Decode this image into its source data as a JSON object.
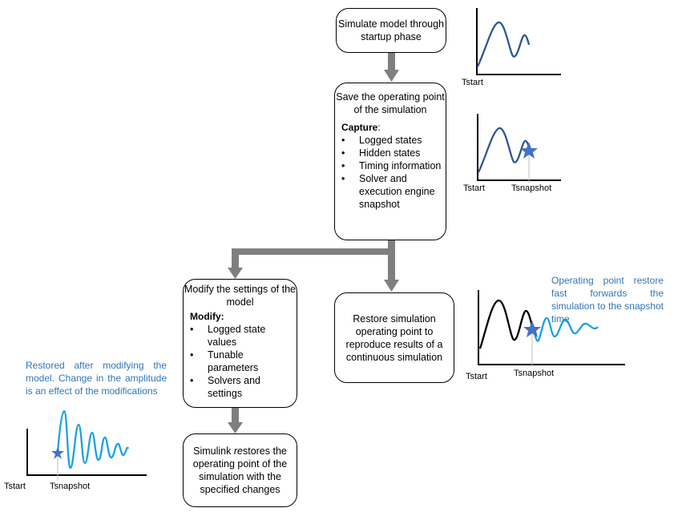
{
  "colors": {
    "arrow": "#7f7f7f",
    "curve_dark_blue": "#2f5597",
    "curve_black": "#000000",
    "curve_light_blue": "#1ba1e2",
    "star": "#4472c4",
    "note_text": "#2e75b6"
  },
  "boxes": {
    "simulate": {
      "text": "Simulate model through startup phase"
    },
    "save": {
      "title": "Save the operating point of the simulation",
      "sub_label": "Capture",
      "sub_suffix": ":",
      "items": [
        "Logged states",
        "Hidden states",
        "Timing information",
        "Solver and execution engine snapshot"
      ]
    },
    "modify": {
      "title": "Modify the settings of the model",
      "sub_label": "Modify:",
      "items": [
        "Logged state values",
        "Tunable parameters",
        "Solvers and settings"
      ]
    },
    "restore": {
      "text": "Restore simulation operating point to reproduce results of a continuous simulation"
    },
    "simulink": {
      "text_pre": "Simulink ",
      "text_italic": "re",
      "text_post": "stores the operating point of the simulation with the specified changes"
    }
  },
  "charts": {
    "startup": {
      "x_label": "Tstart"
    },
    "snapshot": {
      "x_label_start": "Tstart",
      "x_label_snapshot": "Tsnapshot"
    },
    "fast_forward": {
      "x_label_start": "Tstart",
      "x_label_snapshot": "Tsnapshot",
      "note": "Operating point restore fast forwards the simulation to the snapshot time"
    },
    "modified": {
      "x_label_start": "Tstart",
      "x_label_snapshot": "Tsnapshot",
      "note": "Restored after modifying the model. Change in the amplitude is an effect of the modifications"
    }
  }
}
